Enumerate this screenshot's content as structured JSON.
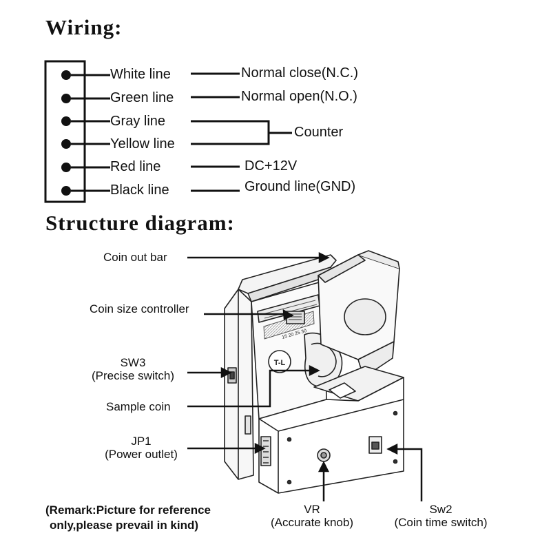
{
  "headings": {
    "wiring": "Wiring:",
    "structure": "Structure diagram:"
  },
  "wiring": [
    {
      "wire": "White line",
      "function": "Normal close(N.C.)"
    },
    {
      "wire": "Green line",
      "function": "Normal open(N.O.)"
    },
    {
      "wire": "Gray line",
      "function": ""
    },
    {
      "wire": "Yellow line",
      "function": ""
    },
    {
      "wire": "Red line",
      "function": "DC+12V"
    },
    {
      "wire": "Black line",
      "function": "Ground line(GND)"
    }
  ],
  "counter_label": "Counter",
  "structure": {
    "coin_out_bar": "Coin out bar",
    "coin_size_controller": "Coin size controller",
    "sw3": "SW3",
    "sw3_sub": "(Precise switch)",
    "sample_coin": "Sample coin",
    "jp1": "JP1",
    "jp1_sub": "(Power outlet)",
    "vr": "VR",
    "vr_sub": "(Accurate knob)",
    "sw2": "Sw2",
    "sw2_sub": "(Coin time switch)",
    "device_logo": "T-L",
    "scale_marks": "15  20  25  30"
  },
  "remark": {
    "line1": "(Remark:Picture for reference",
    "line2": "only,please prevail in kind)"
  }
}
